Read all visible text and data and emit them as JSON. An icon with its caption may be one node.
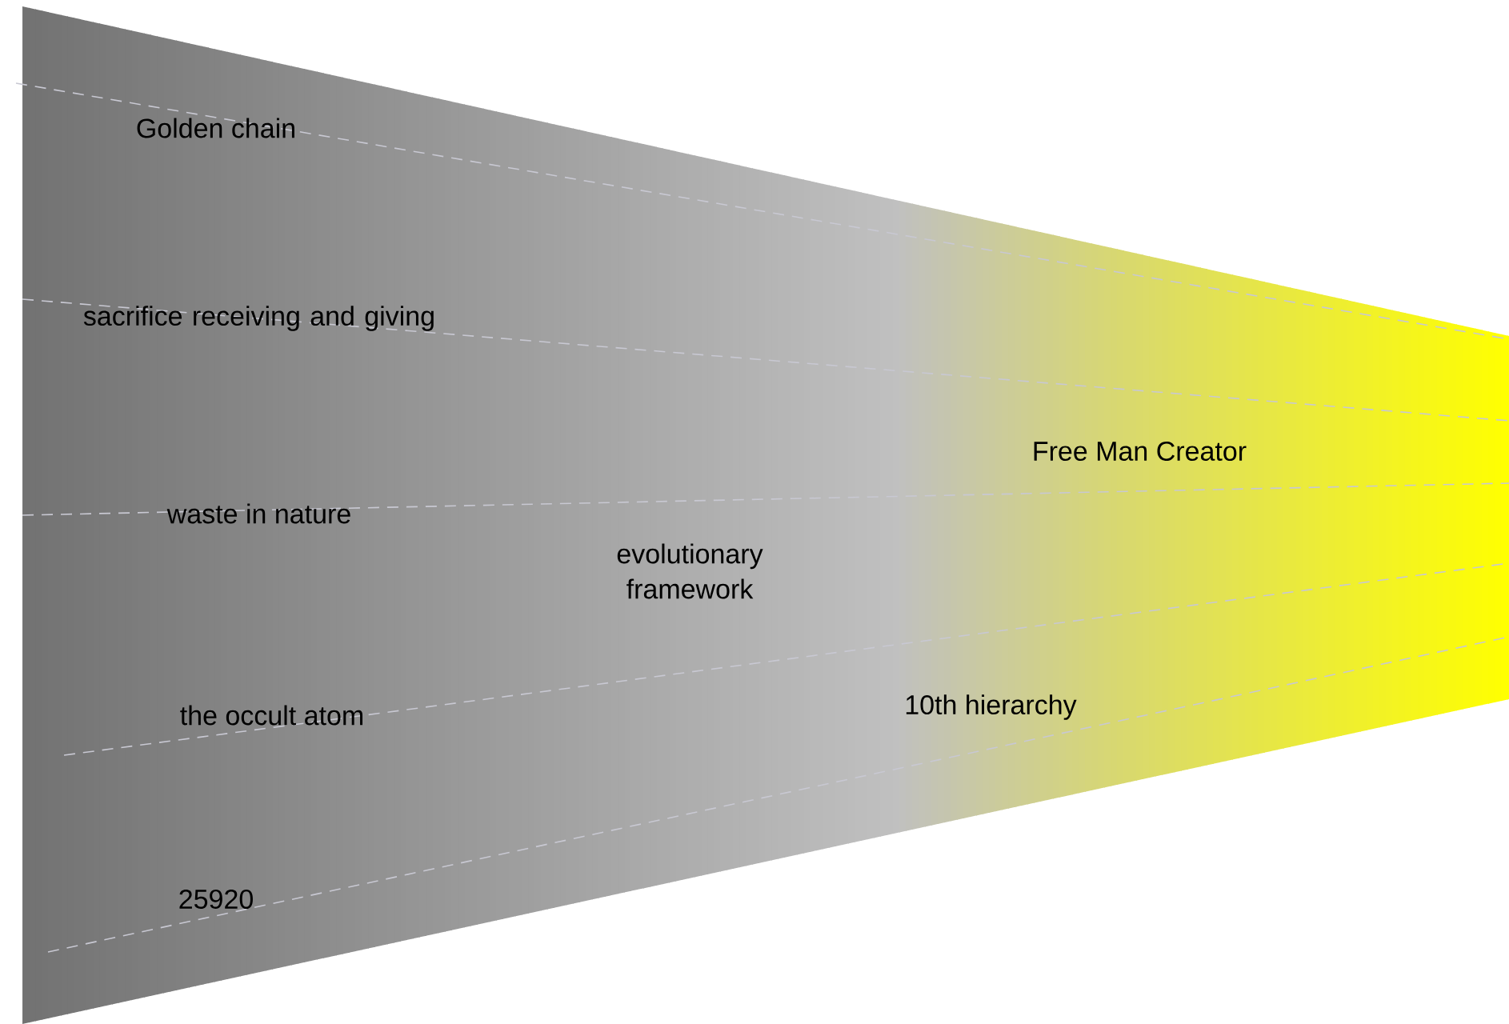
{
  "diagram": {
    "labels": [
      "Golden chain",
      "sacrifice receiving and giving",
      "waste in nature",
      "evolutionary framework",
      "the occult atom",
      "25920",
      "Free Man Creator",
      "10th hierarchy"
    ]
  }
}
